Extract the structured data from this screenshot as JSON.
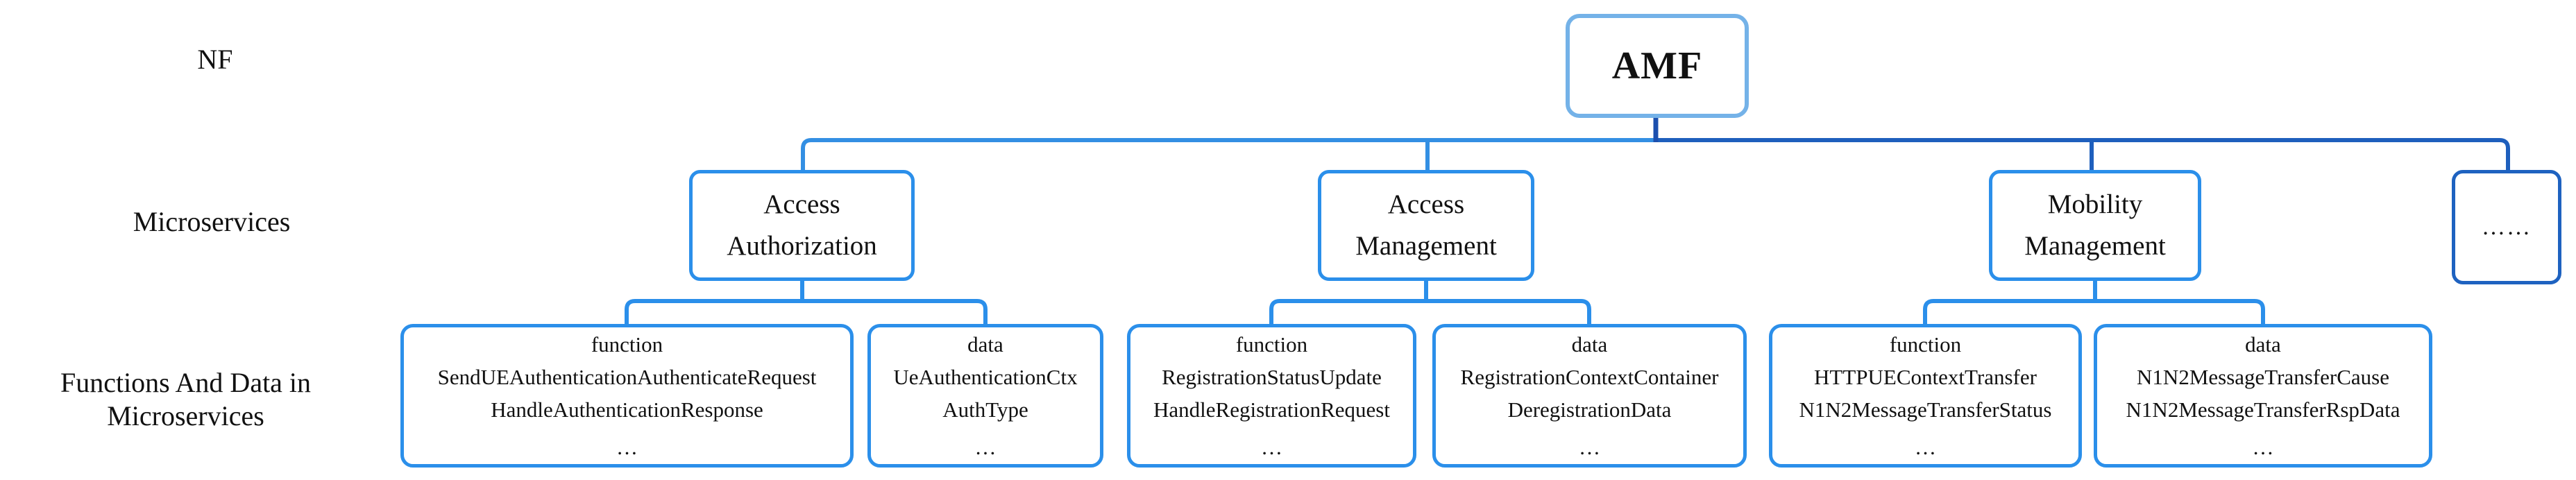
{
  "diagram_title": "AMF microservice decomposition tree",
  "colors": {
    "leaf_and_ms_border": "#2B8FEA",
    "amf_border": "#74B2E8",
    "dots_box_border": "#1E62C0",
    "connector_left": "#338FE3",
    "connector_right": "#1E5FBD",
    "connector_trunk": "#1C50AE",
    "child_connector": "#2B8FEA",
    "text": "#111111"
  },
  "row_labels": {
    "nf": "NF",
    "microservices": "Microservices",
    "functions": "Functions And Data in\nMicroservices"
  },
  "nf": {
    "label": "AMF"
  },
  "microservices": [
    {
      "label": "Access\nAuthorization"
    },
    {
      "label": "Access\nManagement"
    },
    {
      "label": "Mobility\nManagement"
    },
    {
      "label": "……"
    }
  ],
  "leaf_boxes": [
    {
      "lines": [
        "function",
        "SendUEAuthenticationAuthenticateRequest",
        "HandleAuthenticationResponse",
        "…"
      ]
    },
    {
      "lines": [
        "data",
        "UeAuthenticationCtx",
        "AuthType",
        "…"
      ]
    },
    {
      "lines": [
        "function",
        "RegistrationStatusUpdate",
        "HandleRegistrationRequest",
        "…"
      ]
    },
    {
      "lines": [
        "data",
        "RegistrationContextContainer",
        "DeregistrationData",
        "…"
      ]
    },
    {
      "lines": [
        "function",
        "HTTPUEContextTransfer",
        "N1N2MessageTransferStatus",
        "…"
      ]
    },
    {
      "lines": [
        "data",
        "N1N2MessageTransferCause",
        "N1N2MessageTransferRspData",
        "…"
      ]
    }
  ]
}
